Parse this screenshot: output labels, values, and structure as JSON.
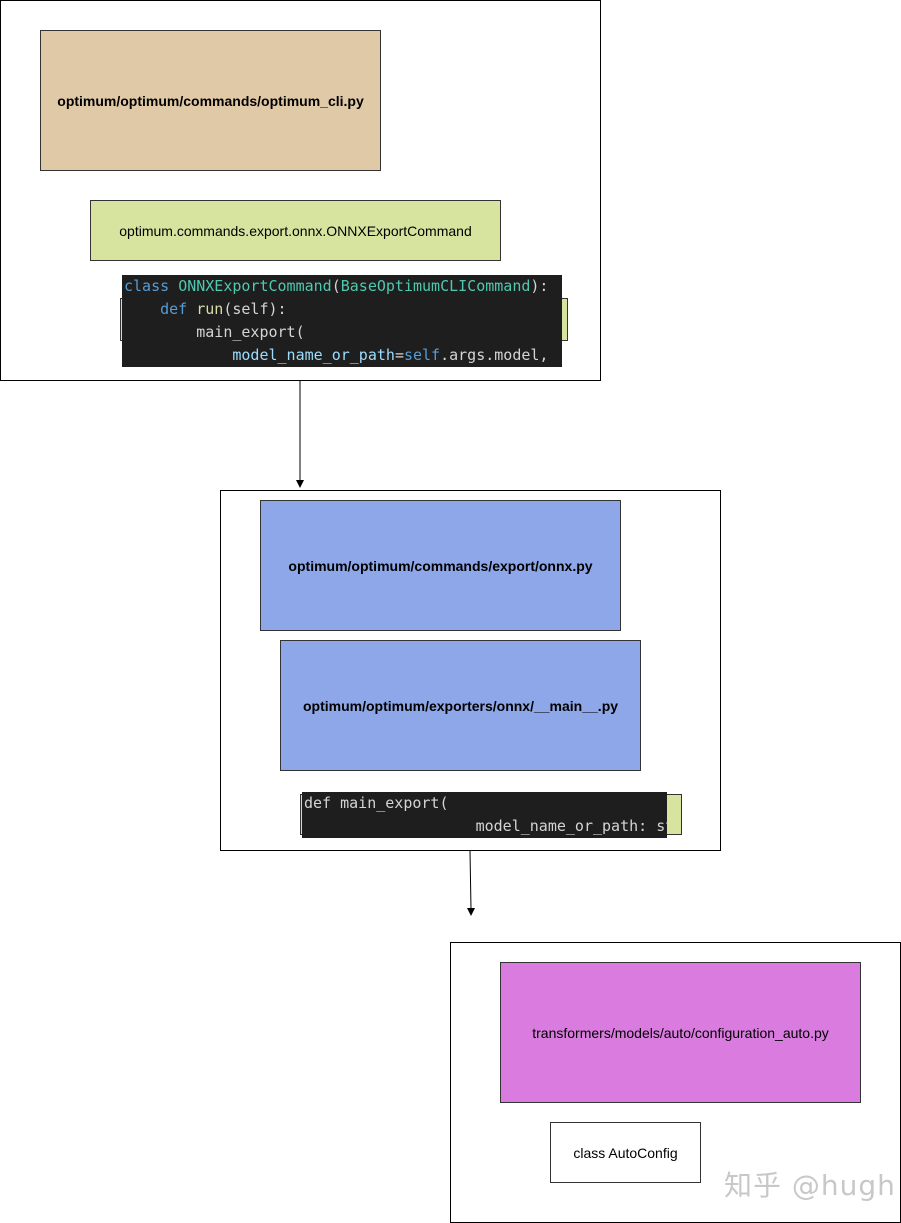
{
  "colors": {
    "tan": "#e0c9a6",
    "lime": "#d6e4a0",
    "blue": "#8ea7e8",
    "magenta": "#d97bdf",
    "code_bg": "#1e1e1e"
  },
  "block1": {
    "file_box": "optimum/optimum/commands/optimum_cli.py",
    "class_box": "optimum.commands.export.onnx.ONNXExportCommand",
    "code": {
      "l1_kw": "class",
      "l1_cls": "ONNXExportCommand",
      "l1_open": "(",
      "l1_base": "BaseOptimumCLICommand",
      "l1_close": "):",
      "l2_kw": "def",
      "l2_fn": "run",
      "l2_args": "(self):",
      "l3": "main_export(",
      "l4_param": "model_name_or_path",
      "l4_eq": "=",
      "l4_self": "self",
      "l4_rest": ".args.model,"
    }
  },
  "block2": {
    "file_box_1": "optimum/optimum/commands/export/onnx.py",
    "file_box_2": "optimum/optimum/exporters/onnx/__main__.py",
    "code": {
      "l1": "def main_export(",
      "l2": "model_name_or_path: str,"
    }
  },
  "block3": {
    "file_box": "transformers/models/auto/configuration_auto.py",
    "class_box": "class AutoConfig"
  },
  "watermark": "知乎 @hugh"
}
